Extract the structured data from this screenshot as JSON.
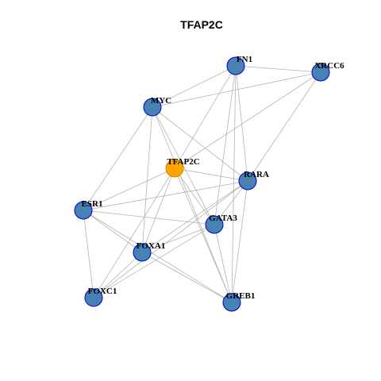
{
  "title": "TFAP2C",
  "colors": {
    "background": "#ffffff",
    "edge": "#b3b3b3",
    "node_fill": "#4682b4",
    "node_stroke": "#0000cd",
    "highlight_fill": "#ffa500",
    "highlight_stroke": "#cd8500"
  },
  "highlight_node": "TFAP2C",
  "nodes": [
    {
      "id": "FN1",
      "label": "FN1"
    },
    {
      "id": "XRCC6",
      "label": "XRCC6"
    },
    {
      "id": "MYC",
      "label": "MYC"
    },
    {
      "id": "TFAP2C",
      "label": "TFAP2C"
    },
    {
      "id": "RARA",
      "label": "RARA"
    },
    {
      "id": "ESR1",
      "label": "ESR1"
    },
    {
      "id": "GATA3",
      "label": "GATA3"
    },
    {
      "id": "FOXA1",
      "label": "FOXA1"
    },
    {
      "id": "FOXC1",
      "label": "FOXC1"
    },
    {
      "id": "GREB1",
      "label": "GREB1"
    }
  ],
  "edges": [
    [
      "FN1",
      "XRCC6"
    ],
    [
      "FN1",
      "MYC"
    ],
    [
      "FN1",
      "TFAP2C"
    ],
    [
      "FN1",
      "RARA"
    ],
    [
      "FN1",
      "GATA3"
    ],
    [
      "FN1",
      "GREB1"
    ],
    [
      "XRCC6",
      "MYC"
    ],
    [
      "XRCC6",
      "TFAP2C"
    ],
    [
      "XRCC6",
      "RARA"
    ],
    [
      "MYC",
      "RARA"
    ],
    [
      "MYC",
      "ESR1"
    ],
    [
      "MYC",
      "GATA3"
    ],
    [
      "MYC",
      "FOXA1"
    ],
    [
      "MYC",
      "GREB1"
    ],
    [
      "TFAP2C",
      "RARA"
    ],
    [
      "TFAP2C",
      "ESR1"
    ],
    [
      "TFAP2C",
      "GATA3"
    ],
    [
      "TFAP2C",
      "FOXA1"
    ],
    [
      "TFAP2C",
      "FOXC1"
    ],
    [
      "TFAP2C",
      "GREB1"
    ],
    [
      "RARA",
      "ESR1"
    ],
    [
      "RARA",
      "GATA3"
    ],
    [
      "RARA",
      "FOXA1"
    ],
    [
      "RARA",
      "FOXC1"
    ],
    [
      "RARA",
      "GREB1"
    ],
    [
      "ESR1",
      "GATA3"
    ],
    [
      "ESR1",
      "FOXA1"
    ],
    [
      "ESR1",
      "FOXC1"
    ],
    [
      "ESR1",
      "GREB1"
    ],
    [
      "GATA3",
      "FOXA1"
    ],
    [
      "GATA3",
      "FOXC1"
    ],
    [
      "GATA3",
      "GREB1"
    ],
    [
      "FOXA1",
      "FOXC1"
    ],
    [
      "FOXA1",
      "GREB1"
    ]
  ]
}
